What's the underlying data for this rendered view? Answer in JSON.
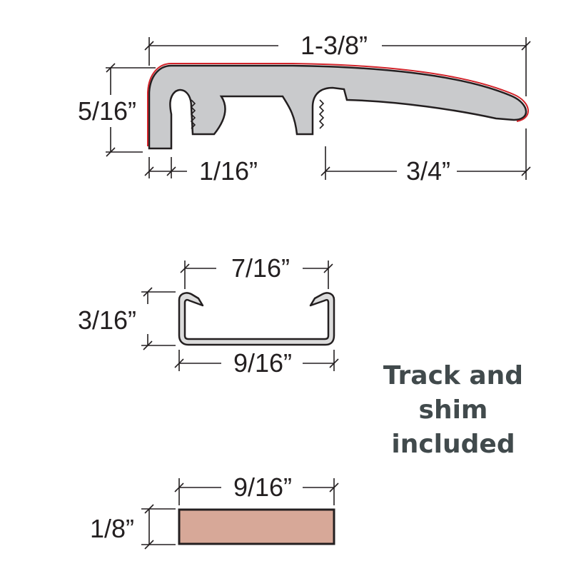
{
  "colors": {
    "profile_fill": "#c9cacc",
    "profile_outline": "#231f20",
    "top_surface": "#d2232a",
    "track_fill": "#dcdcdc",
    "shim_fill": "#d7a898",
    "note_text": "#414a4c"
  },
  "reducer": {
    "width_label": "1-3/8”",
    "height_label": "5/16”",
    "lip_label": "1/16”",
    "taper_label": "3/4”"
  },
  "track": {
    "top_label": "7/16”",
    "height_label": "3/16”",
    "bottom_label": "9/16”"
  },
  "shim": {
    "width_label": "9/16”",
    "height_label": "1/8”"
  },
  "note": {
    "lines": [
      "Track and",
      "shim",
      "included"
    ]
  }
}
